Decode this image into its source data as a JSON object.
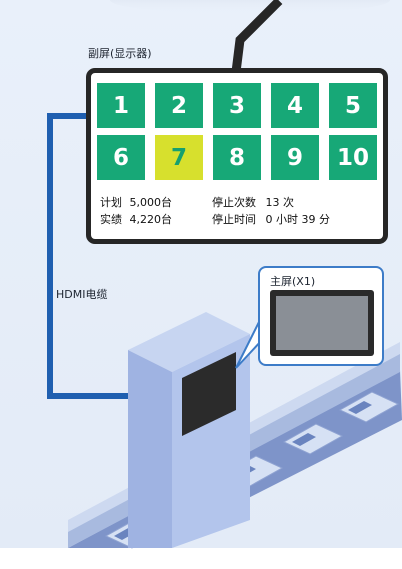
{
  "sub_screen": {
    "label": "副屏(显示器)",
    "tiles": [
      {
        "label": "1",
        "highlight": false
      },
      {
        "label": "2",
        "highlight": false
      },
      {
        "label": "3",
        "highlight": false
      },
      {
        "label": "4",
        "highlight": false
      },
      {
        "label": "5",
        "highlight": false
      },
      {
        "label": "6",
        "highlight": false
      },
      {
        "label": "7",
        "highlight": true
      },
      {
        "label": "8",
        "highlight": false
      },
      {
        "label": "9",
        "highlight": false
      },
      {
        "label": "10",
        "highlight": false
      }
    ],
    "stats": {
      "plan_label": "计划",
      "plan_value": "5,000台",
      "actual_label": "实绩",
      "actual_value": "4,220台",
      "stop_count_label": "停止次数",
      "stop_count_value": "13 次",
      "stop_time_label": "停止时间",
      "stop_time_value": "0 小时 39 分"
    }
  },
  "cable": {
    "label": "HDMI电缆"
  },
  "main_screen": {
    "label": "主屏(X1)"
  },
  "colors": {
    "tile_green": "#17a877",
    "tile_highlight": "#d7e02d",
    "cable_blue": "#1f5fb0",
    "callout_border": "#3d7cc8",
    "machine_body": "#a9bde8"
  }
}
